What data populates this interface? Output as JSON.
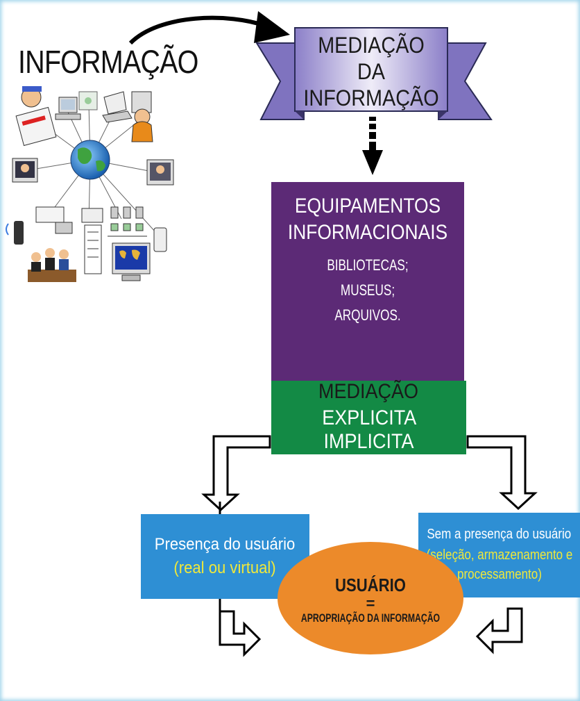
{
  "information": {
    "label": "INFORMAÇÃO"
  },
  "mediation_banner": {
    "line1": "MEDIAÇÃO DA",
    "line2": "INFORMAÇÃO"
  },
  "equipment": {
    "title_line1": "EQUIPAMENTOS",
    "title_line2": "INFORMACIONAIS",
    "items": [
      "BIBLIOTECAS;",
      "MUSEUS;",
      "ARQUIVOS."
    ]
  },
  "mediation": {
    "title": "MEDIAÇÃO",
    "left": "EXPLICITA",
    "right": "IMPLICITA"
  },
  "presence_box": {
    "main": "Presença do usuário",
    "sub": "(real ou virtual)"
  },
  "absence_box": {
    "main": "Sem a presença do usuário",
    "sub_line1": "(seleção, armazenamento e",
    "sub_line2": "processamento)"
  },
  "user": {
    "title": "USUÁRIO",
    "equals": "=",
    "sub": "APROPRIAÇÃO DA INFORMAÇÃO"
  },
  "colors": {
    "purple": "#5c2a76",
    "green": "#138a45",
    "blue": "#2e8fd4",
    "orange": "#ec8a2a",
    "yellow_text": "#f0e83a",
    "banner_lavender": "#b9aee0"
  },
  "icons": [
    "globe-icon",
    "computer-icon",
    "newspaper-icon",
    "laptop-icon",
    "mobile-phone-icon",
    "fax-icon",
    "people-meeting-icon",
    "world-map-monitor-icon",
    "network-nodes-icon"
  ]
}
